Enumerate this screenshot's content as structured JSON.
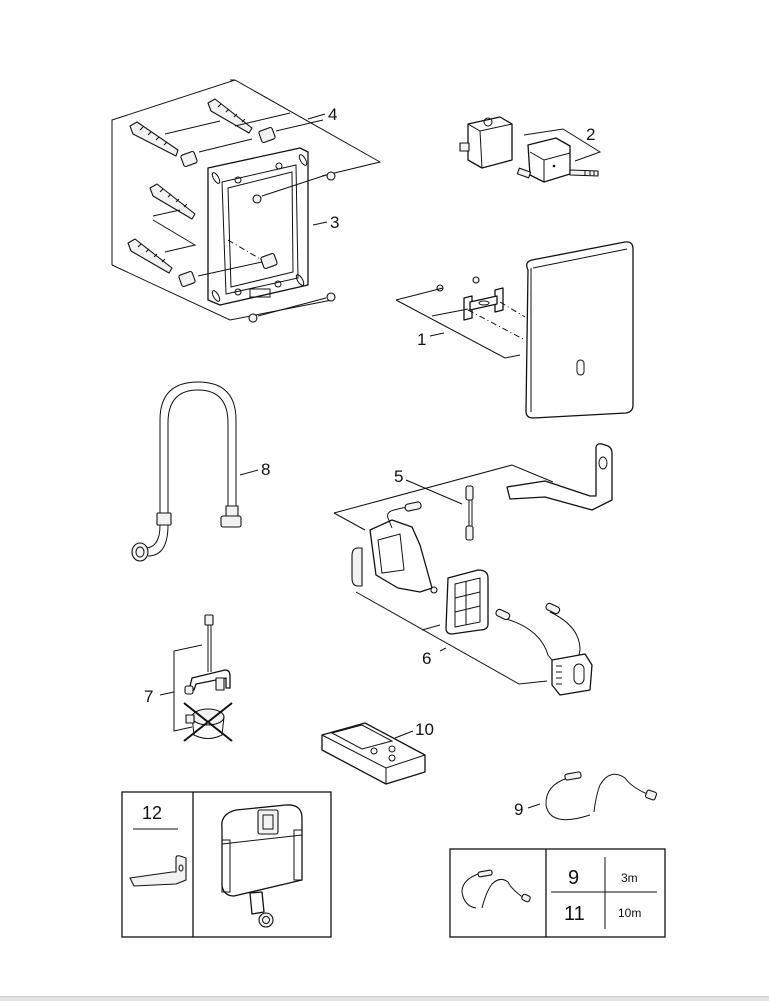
{
  "diagram": {
    "type": "exploded spare parts diagram",
    "callouts": [
      {
        "id": "1",
        "label": "1",
        "part": "cover plate with mounting bracket and screws"
      },
      {
        "id": "2",
        "label": "2",
        "part": "electronics box with cover"
      },
      {
        "id": "3",
        "label": "3",
        "part": "mounting frame"
      },
      {
        "id": "4",
        "label": "4",
        "part": "wall anchors, sleeves and screws"
      },
      {
        "id": "5",
        "label": "5",
        "part": "solenoid valve unit with cable and bracket"
      },
      {
        "id": "6",
        "label": "6",
        "part": "sensor electronics module with holder"
      },
      {
        "id": "7",
        "label": "7",
        "part": "valve insert (crossed out variant)"
      },
      {
        "id": "8",
        "label": "8",
        "part": "connection hose"
      },
      {
        "id": "9",
        "label": "9",
        "part": "extension cable"
      },
      {
        "id": "10",
        "label": "10",
        "part": "remote control"
      },
      {
        "id": "12",
        "label": "12",
        "part": "bracket for cistern"
      }
    ],
    "cable_table": {
      "rows": [
        {
          "part": "9",
          "length": "3m"
        },
        {
          "part": "11",
          "length": "10m"
        }
      ]
    },
    "box12": {
      "label": "12"
    }
  }
}
